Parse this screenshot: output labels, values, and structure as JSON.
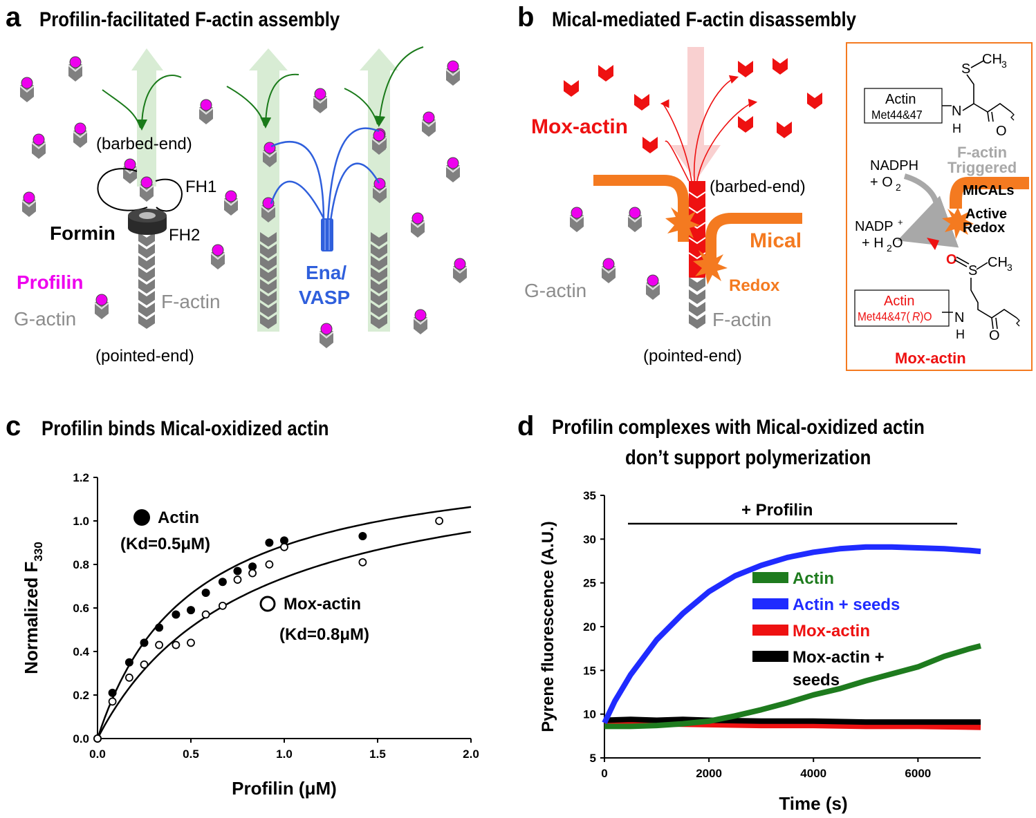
{
  "panels": {
    "a": {
      "letter": "a",
      "title": "Profilin-facilitated F-actin assembly",
      "labels": {
        "barbed_end": "(barbed-end)",
        "pointed_end": "(pointed-end)",
        "fh1": "FH1",
        "fh2": "FH2",
        "formin": "Formin",
        "profilin": "Profilin",
        "g_actin": "G-actin",
        "f_actin": "F-actin",
        "ena_vasp_1": "Ena/",
        "ena_vasp_2": "VASP"
      }
    },
    "b": {
      "letter": "b",
      "title": "Mical-mediated F-actin disassembly",
      "labels": {
        "mox_actin": "Mox-actin",
        "barbed_end": "(barbed-end)",
        "pointed_end": "(pointed-end)",
        "mical": "Mical",
        "redox": "Redox",
        "g_actin": "G-actin",
        "f_actin": "F-actin"
      },
      "inset": {
        "actin_box_1": "Actin",
        "actin_box_2": "Met44&47",
        "ch3_top": "CH",
        "ch3_top_sub": "3",
        "s_top": "S",
        "n_top": "N",
        "h_top": "H",
        "o_top": "O",
        "f_actin_triggered_1": "F-actin",
        "f_actin_triggered_2": "Triggered",
        "nadph": "NADPH",
        "o2": "+ O",
        "o2_sub": "2",
        "micals": "MICALs",
        "active": "Active",
        "redox": "Redox",
        "nadp": "NADP",
        "nadp_sup": "+",
        "h2o": "+ H",
        "h2o_sub": "2",
        "h2o_end": "O",
        "o_sulf": "O",
        "s_bottom": "S",
        "ch3_bottom": "CH",
        "ch3_bottom_sub": "3",
        "mox_box_1": "Actin",
        "mox_box_2": "Met44&47(",
        "mox_box_r": "R",
        "mox_box_3": ")O",
        "n_bottom": "N",
        "h_bottom": "H",
        "o_bottom": "O",
        "mox_actin": "Mox-actin"
      }
    },
    "c": {
      "letter": "c",
      "title": "Profilin binds Mical-oxidized actin",
      "legend": {
        "actin": "Actin",
        "actin_kd": "(Kd=0.5μM)",
        "mox": "Mox-actin",
        "mox_kd": "(Kd=0.8μM)"
      }
    },
    "d": {
      "letter": "d",
      "title_line1": "Profilin complexes with Mical-oxidized actin",
      "title_line2": "don’t support polymerization",
      "annotation": "+ Profilin",
      "legend": [
        {
          "label": "Actin",
          "color": "#1e7b1e"
        },
        {
          "label": "Actin + seeds",
          "color": "#1f2bff"
        },
        {
          "label": "Mox-actin",
          "color": "#ee1111"
        },
        {
          "label": "Mox-actin +",
          "label2": "seeds",
          "color": "#000000"
        }
      ]
    }
  },
  "colors": {
    "profilin": "#ee00ee",
    "actin_grey": "#808080",
    "mox_red": "#ee1111",
    "mical_orange": "#f47a20",
    "ena_blue": "#2f5fdc",
    "arrow_green": "#d8ecd4",
    "curve_green": "#1a7a1a"
  },
  "chart_data": [
    {
      "panel": "c",
      "type": "scatter",
      "xlabel": "Profilin (μM)",
      "ylabel": "Normalized F",
      "ylabel_sub": "330",
      "xlim": [
        0,
        2.0
      ],
      "ylim": [
        0,
        1.2
      ],
      "xticks": [
        "0.0",
        "0.5",
        "1.0",
        "1.5",
        "2.0"
      ],
      "yticks": [
        "0.0",
        "0.2",
        "0.4",
        "0.6",
        "0.8",
        "1.0",
        "1.2"
      ],
      "series": [
        {
          "name": "Actin",
          "marker": "filled",
          "kd": 0.5,
          "points": [
            [
              0,
              0
            ],
            [
              0.08,
              0.21
            ],
            [
              0.17,
              0.35
            ],
            [
              0.25,
              0.44
            ],
            [
              0.33,
              0.51
            ],
            [
              0.42,
              0.57
            ],
            [
              0.5,
              0.59
            ],
            [
              0.58,
              0.67
            ],
            [
              0.67,
              0.72
            ],
            [
              0.75,
              0.77
            ],
            [
              0.83,
              0.79
            ],
            [
              0.92,
              0.9
            ],
            [
              1.0,
              0.91
            ],
            [
              1.42,
              0.93
            ]
          ]
        },
        {
          "name": "Mox-actin",
          "marker": "open",
          "kd": 0.8,
          "points": [
            [
              0,
              0
            ],
            [
              0.08,
              0.17
            ],
            [
              0.17,
              0.28
            ],
            [
              0.25,
              0.34
            ],
            [
              0.33,
              0.43
            ],
            [
              0.42,
              0.43
            ],
            [
              0.5,
              0.44
            ],
            [
              0.58,
              0.57
            ],
            [
              0.67,
              0.61
            ],
            [
              0.75,
              0.73
            ],
            [
              0.83,
              0.76
            ],
            [
              0.92,
              0.8
            ],
            [
              1.0,
              0.88
            ],
            [
              1.42,
              0.81
            ],
            [
              1.83,
              1.0
            ]
          ]
        }
      ]
    },
    {
      "panel": "d",
      "type": "line",
      "xlabel": "Time (s)",
      "ylabel": "Pyrene fluorescence (A.U.)",
      "xlim": [
        0,
        7200
      ],
      "ylim": [
        5,
        35
      ],
      "xticks": [
        "0",
        "2000",
        "4000",
        "6000"
      ],
      "yticks": [
        "5",
        "10",
        "15",
        "20",
        "25",
        "30",
        "35"
      ],
      "profilin_bar": [
        450,
        6750
      ],
      "series": [
        {
          "name": "Actin",
          "color": "#1e7b1e",
          "x": [
            0,
            500,
            1000,
            1500,
            2000,
            2500,
            3000,
            3500,
            4000,
            4500,
            5000,
            5500,
            6000,
            6500,
            7000,
            7200
          ],
          "y": [
            8.6,
            8.6,
            8.7,
            8.9,
            9.2,
            9.8,
            10.5,
            11.3,
            12.2,
            12.9,
            13.8,
            14.6,
            15.4,
            16.6,
            17.5,
            17.8
          ]
        },
        {
          "name": "Actin + seeds",
          "color": "#1f2bff",
          "x": [
            0,
            200,
            500,
            1000,
            1500,
            2000,
            2500,
            3000,
            3500,
            4000,
            4500,
            5000,
            5500,
            6000,
            6500,
            7000,
            7200
          ],
          "y": [
            9.0,
            11.5,
            14.5,
            18.5,
            21.5,
            24.0,
            25.8,
            27.0,
            27.9,
            28.5,
            28.9,
            29.1,
            29.1,
            29.0,
            28.9,
            28.7,
            28.6
          ]
        },
        {
          "name": "Mox-actin",
          "color": "#ee1111",
          "x": [
            0,
            1000,
            2000,
            3000,
            4000,
            5000,
            6000,
            7200
          ],
          "y": [
            8.9,
            8.9,
            8.8,
            8.7,
            8.7,
            8.6,
            8.6,
            8.5
          ]
        },
        {
          "name": "Mox-actin + seeds",
          "color": "#000000",
          "x": [
            0,
            500,
            1000,
            1500,
            2000,
            3000,
            4000,
            5000,
            6000,
            7200
          ],
          "y": [
            9.3,
            9.4,
            9.3,
            9.4,
            9.3,
            9.2,
            9.2,
            9.1,
            9.1,
            9.1
          ]
        }
      ]
    }
  ]
}
